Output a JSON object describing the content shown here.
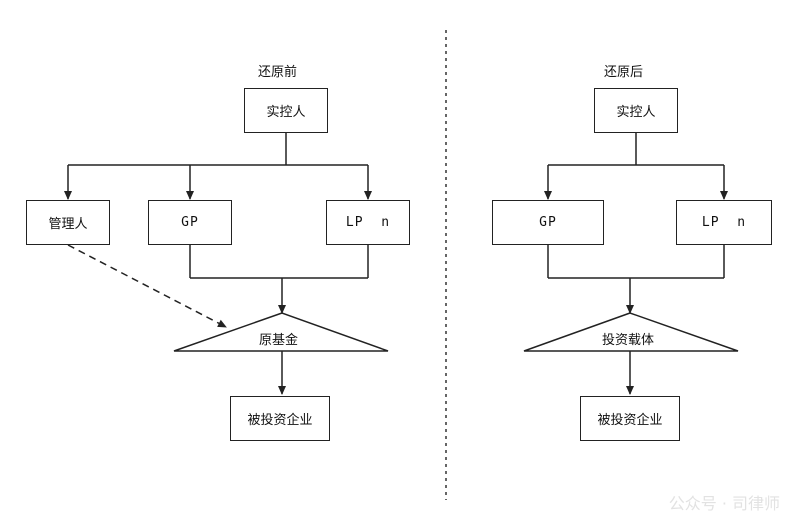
{
  "left": {
    "title": "还原前",
    "controller": "实控人",
    "manager": "管理人",
    "gp": "GP",
    "lp": "LP  n",
    "fund": "原基金",
    "target": "被投资企业"
  },
  "right": {
    "title": "还原后",
    "controller": "实控人",
    "gp": "GP",
    "lp": "LP  n",
    "vehicle": "投资载体",
    "target": "被投资企业"
  },
  "watermark": "公众号 · 司律师"
}
